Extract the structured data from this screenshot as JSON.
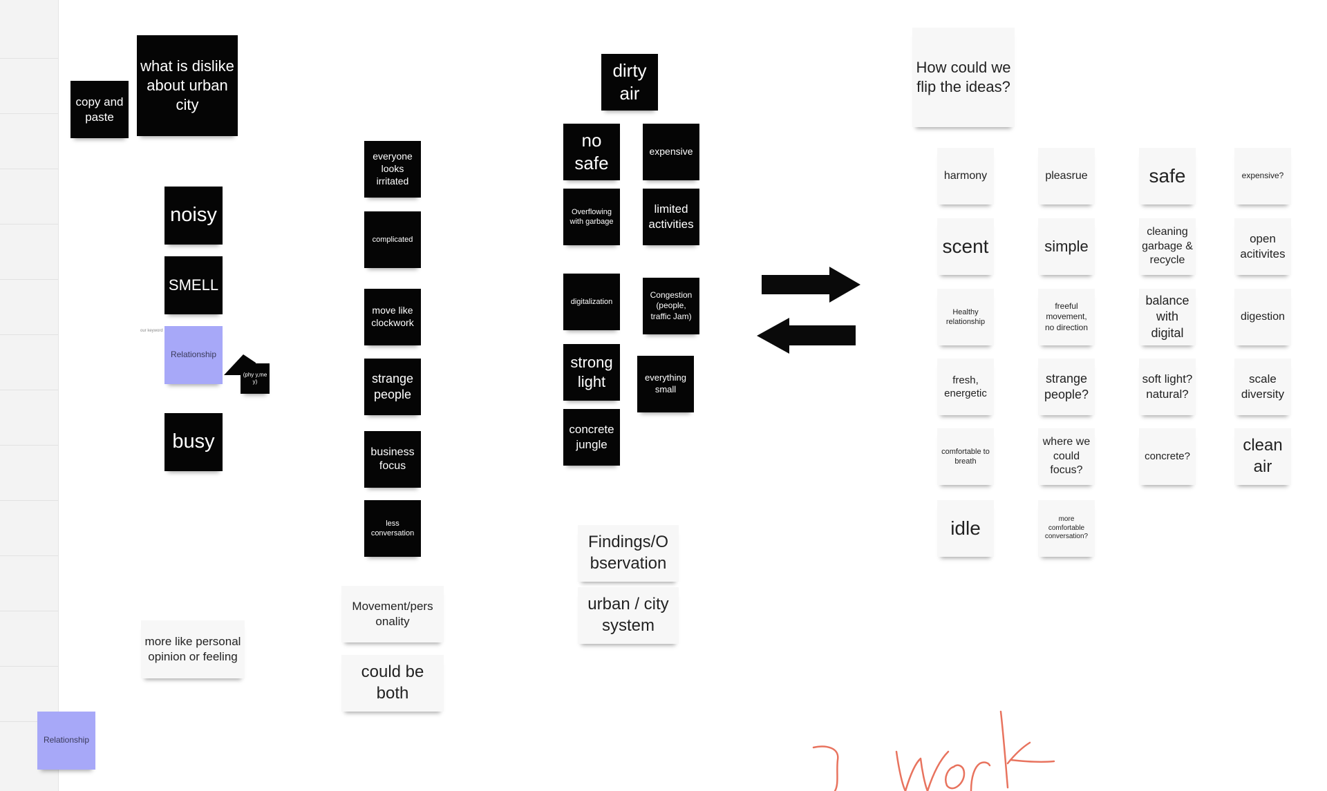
{
  "board": {
    "colors": {
      "dark_note": "#050505",
      "light_note": "#f7f7f7",
      "purple_note": "#a7a8f8",
      "handwriting": "#e8735e"
    },
    "column1": {
      "copy_paste": "copy and paste",
      "question": "what is dislike about urban city",
      "noisy": "noisy",
      "smell": "SMELL",
      "relationship": "Relationship",
      "relationship_tag": "our keyword",
      "badge_text": "(phy y,me y)",
      "busy": "busy",
      "personal_opinion": "more like personal opinion or feeling"
    },
    "column2": {
      "irritated": "everyone looks irritated",
      "complicated": "complicated",
      "clockwork": "move like clockwork",
      "strange_people": "strange people",
      "business_focus": "business focus",
      "less_conversation": "less conversation",
      "movement_personality": "Movement/pers onality",
      "could_be_both": "could be both"
    },
    "column3": {
      "dirty_air": "dirty air",
      "no_safe": "no safe",
      "expensive": "expensive",
      "overflowing": "Overflowing with garbage",
      "limited": "limited activities",
      "digitalization": "digitalization",
      "congestion": "Congestion (people, traffic Jam)",
      "strong_light": "strong light",
      "everything_small": "everything small",
      "concrete": "concrete jungle",
      "findings": "Findings/O bservation",
      "urban_system": "urban / city system"
    },
    "flip": {
      "heading": "How could we flip the ideas?",
      "ideas": [
        "harmony",
        "pleasrue",
        "safe",
        "expensive?",
        "scent",
        "simple",
        "cleaning garbage & recycle",
        "open acitivites",
        "Healthy relationship",
        "freeful movement, no direction",
        "balance with digital",
        "digestion",
        "fresh, energetic",
        "strange people?",
        "soft light? natural?",
        "scale diversity",
        "comfortable to breath",
        "where we could focus?",
        "concrete?",
        "clean air",
        "idle",
        "more comfortable conversation?"
      ]
    },
    "bottom_relationship": "Relationship",
    "arrows": {
      "right": "arrow-right-icon",
      "left": "arrow-left-icon"
    },
    "handwriting": "work"
  }
}
